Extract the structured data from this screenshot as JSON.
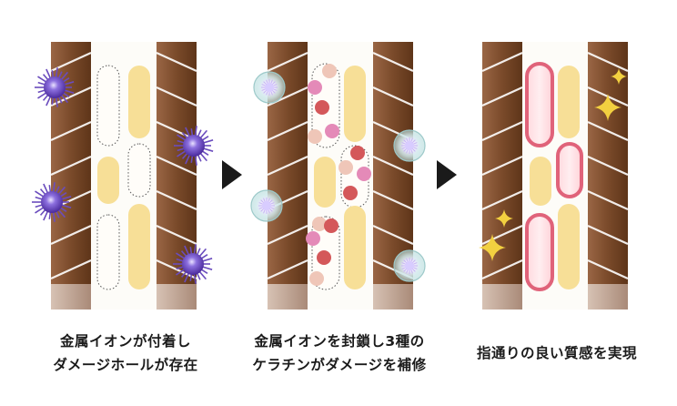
{
  "panels": [
    {
      "id": "damaged",
      "caption_lines": [
        "金属イオンが付着し",
        "ダメージホールが存在"
      ]
    },
    {
      "id": "repairing",
      "caption_lines": [
        "金属イオンを封鎖し3種の",
        "ケラチンがダメージを補修"
      ]
    },
    {
      "id": "repaired",
      "caption_lines": [
        "指通りの良い質感を実現"
      ]
    }
  ],
  "colors": {
    "hair_brown": "#7a4a2a",
    "hair_brown_light": "#a57250",
    "hair_root": "#cbb4a4",
    "cuticle_line": "#ffffff",
    "cortex_yellow": "#f7df97",
    "metal_ion_purple": "#6a4cbd",
    "keratin_pink": "#e48ab8",
    "keratin_red": "#d4585a",
    "keratin_beige": "#efc6b8",
    "sealed_ring": "#a9d4d4",
    "repair_capsule_red": "#e0637a",
    "sparkle_gold": "#f2d040",
    "arrow_black": "#1a1a1a"
  },
  "icons": [
    "metal-ion-icon",
    "sealed-ion-icon",
    "sparkle-icon",
    "arrow-right-icon"
  ]
}
